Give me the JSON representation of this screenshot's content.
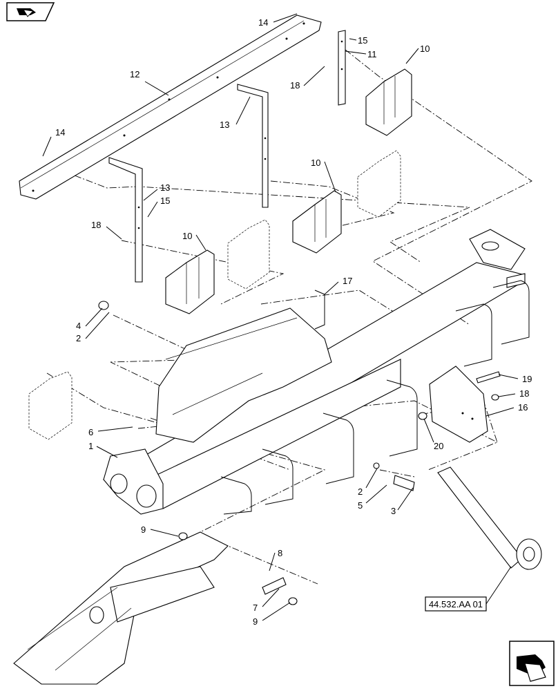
{
  "reference_label": "44.532.AA 01",
  "callouts": [
    {
      "id": "c14a",
      "text": "14"
    },
    {
      "id": "c15a",
      "text": "15"
    },
    {
      "id": "c11",
      "text": "11"
    },
    {
      "id": "c10a",
      "text": "10"
    },
    {
      "id": "c12",
      "text": "12"
    },
    {
      "id": "c18a",
      "text": "18"
    },
    {
      "id": "c13a",
      "text": "13"
    },
    {
      "id": "c14b",
      "text": "14"
    },
    {
      "id": "c10b",
      "text": "10"
    },
    {
      "id": "c13b",
      "text": "13"
    },
    {
      "id": "c15b",
      "text": "15"
    },
    {
      "id": "c18b",
      "text": "18"
    },
    {
      "id": "c10c",
      "text": "10"
    },
    {
      "id": "c17",
      "text": "17"
    },
    {
      "id": "c4",
      "text": "4"
    },
    {
      "id": "c2a",
      "text": "2"
    },
    {
      "id": "c19",
      "text": "19"
    },
    {
      "id": "c18c",
      "text": "18"
    },
    {
      "id": "c16",
      "text": "16"
    },
    {
      "id": "c6",
      "text": "6"
    },
    {
      "id": "c1",
      "text": "1"
    },
    {
      "id": "c20",
      "text": "20"
    },
    {
      "id": "c2b",
      "text": "2"
    },
    {
      "id": "c5",
      "text": "5"
    },
    {
      "id": "c3",
      "text": "3"
    },
    {
      "id": "c9a",
      "text": "9"
    },
    {
      "id": "c8",
      "text": "8"
    },
    {
      "id": "c7",
      "text": "7"
    },
    {
      "id": "c9b",
      "text": "9"
    }
  ]
}
